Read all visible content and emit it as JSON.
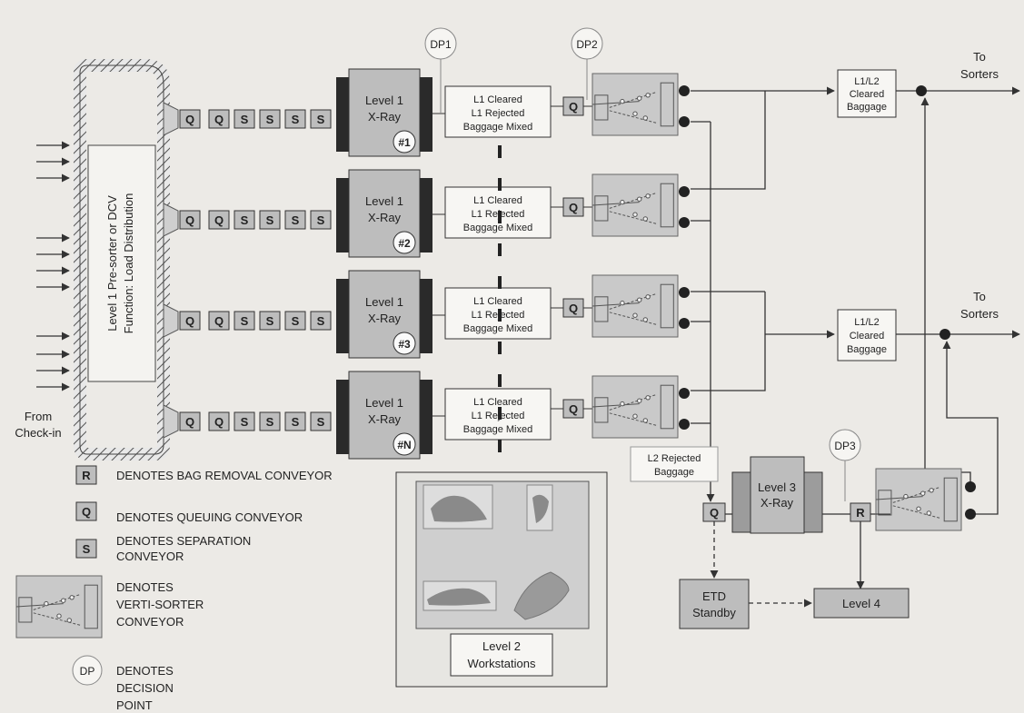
{
  "presorter": {
    "label_line1": "Level 1 Pre-sorter or DCV",
    "label_line2": "Function: Load Distribution",
    "from_line1": "From",
    "from_line2": "Check-in"
  },
  "lanes": [
    {
      "conveyors": [
        "Q",
        "Q",
        "S",
        "S",
        "S",
        "S"
      ],
      "xray_line1": "Level 1",
      "xray_line2": "X-Ray",
      "badge": "#1",
      "decision_lines": [
        "L1 Cleared",
        "L1 Rejected",
        "Baggage Mixed"
      ],
      "queue": "Q"
    },
    {
      "conveyors": [
        "Q",
        "Q",
        "S",
        "S",
        "S",
        "S"
      ],
      "xray_line1": "Level 1",
      "xray_line2": "X-Ray",
      "badge": "#2",
      "decision_lines": [
        "L1 Cleared",
        "L1 Rejected",
        "Baggage Mixed"
      ],
      "queue": "Q"
    },
    {
      "conveyors": [
        "Q",
        "Q",
        "S",
        "S",
        "S",
        "S"
      ],
      "xray_line1": "Level 1",
      "xray_line2": "X-Ray",
      "badge": "#3",
      "decision_lines": [
        "L1 Cleared",
        "L1 Rejected",
        "Baggage Mixed"
      ],
      "queue": "Q"
    },
    {
      "conveyors": [
        "Q",
        "Q",
        "S",
        "S",
        "S",
        "S"
      ],
      "xray_line1": "Level 1",
      "xray_line2": "X-Ray",
      "badge": "#N",
      "decision_lines": [
        "L1 Cleared",
        "L1 Rejected",
        "Baggage Mixed"
      ],
      "queue": "Q"
    }
  ],
  "decision_points": {
    "dp1": "DP1",
    "dp2": "DP2",
    "dp3": "DP3"
  },
  "cleared_boxes": [
    {
      "lines": [
        "L1/L2",
        "Cleared",
        "Baggage"
      ],
      "to_line1": "To",
      "to_line2": "Sorters"
    },
    {
      "lines": [
        "L1/L2",
        "Cleared",
        "Baggage"
      ],
      "to_line1": "To",
      "to_line2": "Sorters"
    }
  ],
  "l2_rejected": {
    "line1": "L2  Rejected",
    "line2": "Baggage"
  },
  "level3": {
    "line1": "Level 3",
    "line2": "X-Ray",
    "queue": "Q",
    "removal": "R"
  },
  "etd": {
    "line1": "ETD",
    "line2": "Standby"
  },
  "level4": "Level 4",
  "workstations": {
    "line1": "Level 2",
    "line2": "Workstations"
  },
  "legend": {
    "r_key": "R",
    "r_text": "DENOTES BAG REMOVAL CONVEYOR",
    "q_key": "Q",
    "q_text": "DENOTES QUEUING CONVEYOR",
    "s_key": "S",
    "s_line1": "DENOTES SEPARATION",
    "s_line2": "CONVEYOR",
    "v_line1": "DENOTES",
    "v_line2": "VERTI-SORTER",
    "v_line3": "CONVEYOR",
    "dp_key": "DP",
    "dp_line1": "DENOTES",
    "dp_line2": "DECISION",
    "dp_line3": "POINT"
  },
  "colors": {
    "box_fill": "#bdbdbd",
    "dark": "#2a2a2a",
    "panel": "#c9c9c9",
    "background": "#eceae6"
  }
}
